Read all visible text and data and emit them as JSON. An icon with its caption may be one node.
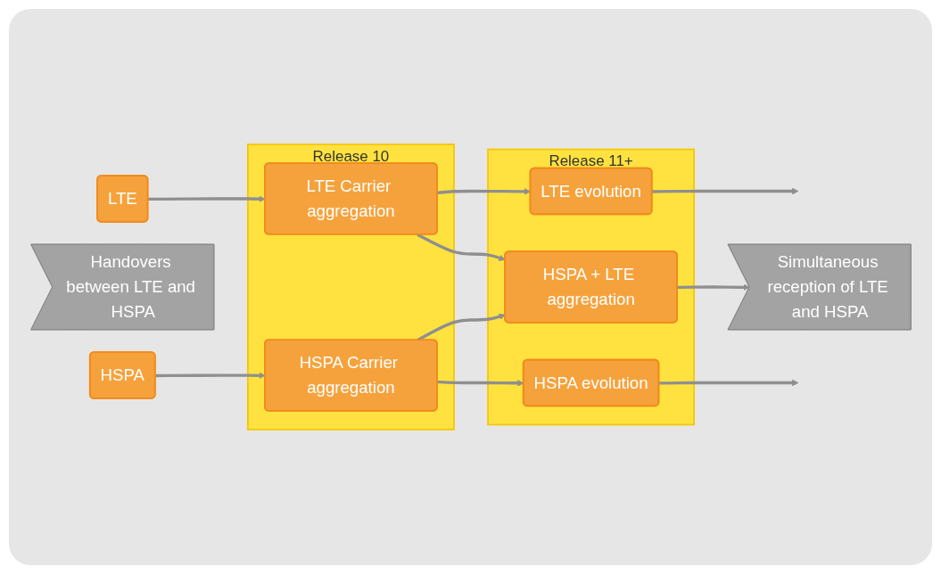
{
  "diagram": {
    "nodes": [
      {
        "text": [
          "LTE"
        ]
      },
      {
        "text": [
          "Handovers between LTE and HSPA"
        ]
      },
      {
        "text": [
          "HSPA"
        ]
      },
      {
        "text": [
          "Release 10"
        ]
      },
      {
        "text": [
          "LTE Carrier aggregation"
        ],
        "in": 3
      },
      {
        "text": [
          "HSPA Carrier aggregation"
        ],
        "in": 3
      },
      {
        "text": [
          "Release 11+"
        ]
      },
      {
        "text": [
          "LTE evolution"
        ],
        "in": 6
      },
      {
        "text": [
          "HSPA + LTE aggregation"
        ],
        "in": 6
      },
      {
        "text": [
          "HSPA evolution"
        ],
        "in": 6
      },
      {
        "text": [
          "Simultaneous reception of LTE and HSPA"
        ]
      }
    ],
    "edges": [
      {
        "from": 0,
        "to": 4,
        "arrow": "to"
      },
      {
        "from": 2,
        "to": 5,
        "arrow": "to"
      },
      {
        "from": 4,
        "to": 7,
        "arrow": "to"
      },
      {
        "from": 4,
        "to": 8,
        "arrow": "to"
      },
      {
        "from": 5,
        "to": 8,
        "arrow": "to"
      },
      {
        "from": 5,
        "to": 9,
        "arrow": "to"
      },
      {
        "from": 7,
        "to": null,
        "arrow": "to"
      },
      {
        "from": 8,
        "to": 10,
        "arrow": "to"
      },
      {
        "from": 9,
        "to": null,
        "arrow": "to"
      }
    ]
  }
}
